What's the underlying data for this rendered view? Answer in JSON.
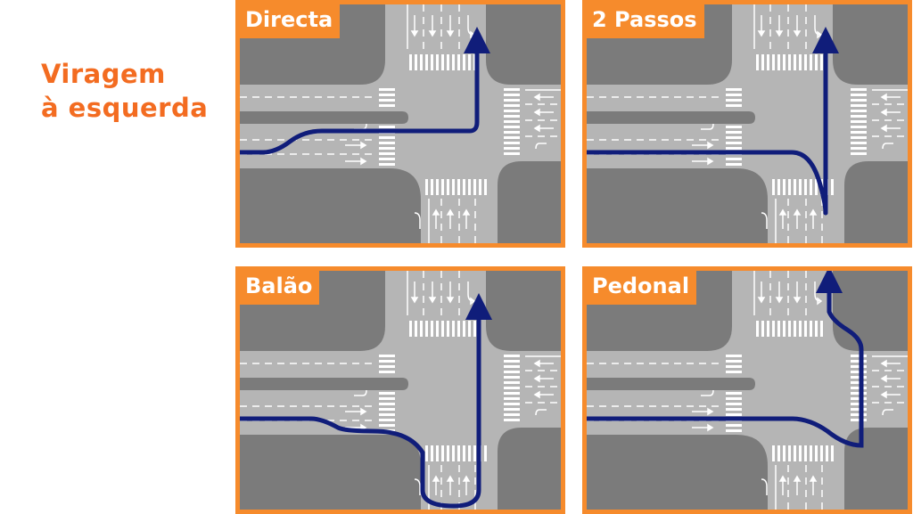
{
  "title": {
    "line1": "Viragem",
    "line2": "à esquerda"
  },
  "colors": {
    "accent": "#f68b2c",
    "title": "#f36c21",
    "route": "#101d7a",
    "road": "#b5b5b5",
    "block": "#7b7b7b"
  },
  "panels": [
    {
      "id": "directa",
      "label": "Directa"
    },
    {
      "id": "dois-passos",
      "label": "2 Passos"
    },
    {
      "id": "balao",
      "label": "Balão"
    },
    {
      "id": "pedonal",
      "label": "Pedonal"
    }
  ]
}
